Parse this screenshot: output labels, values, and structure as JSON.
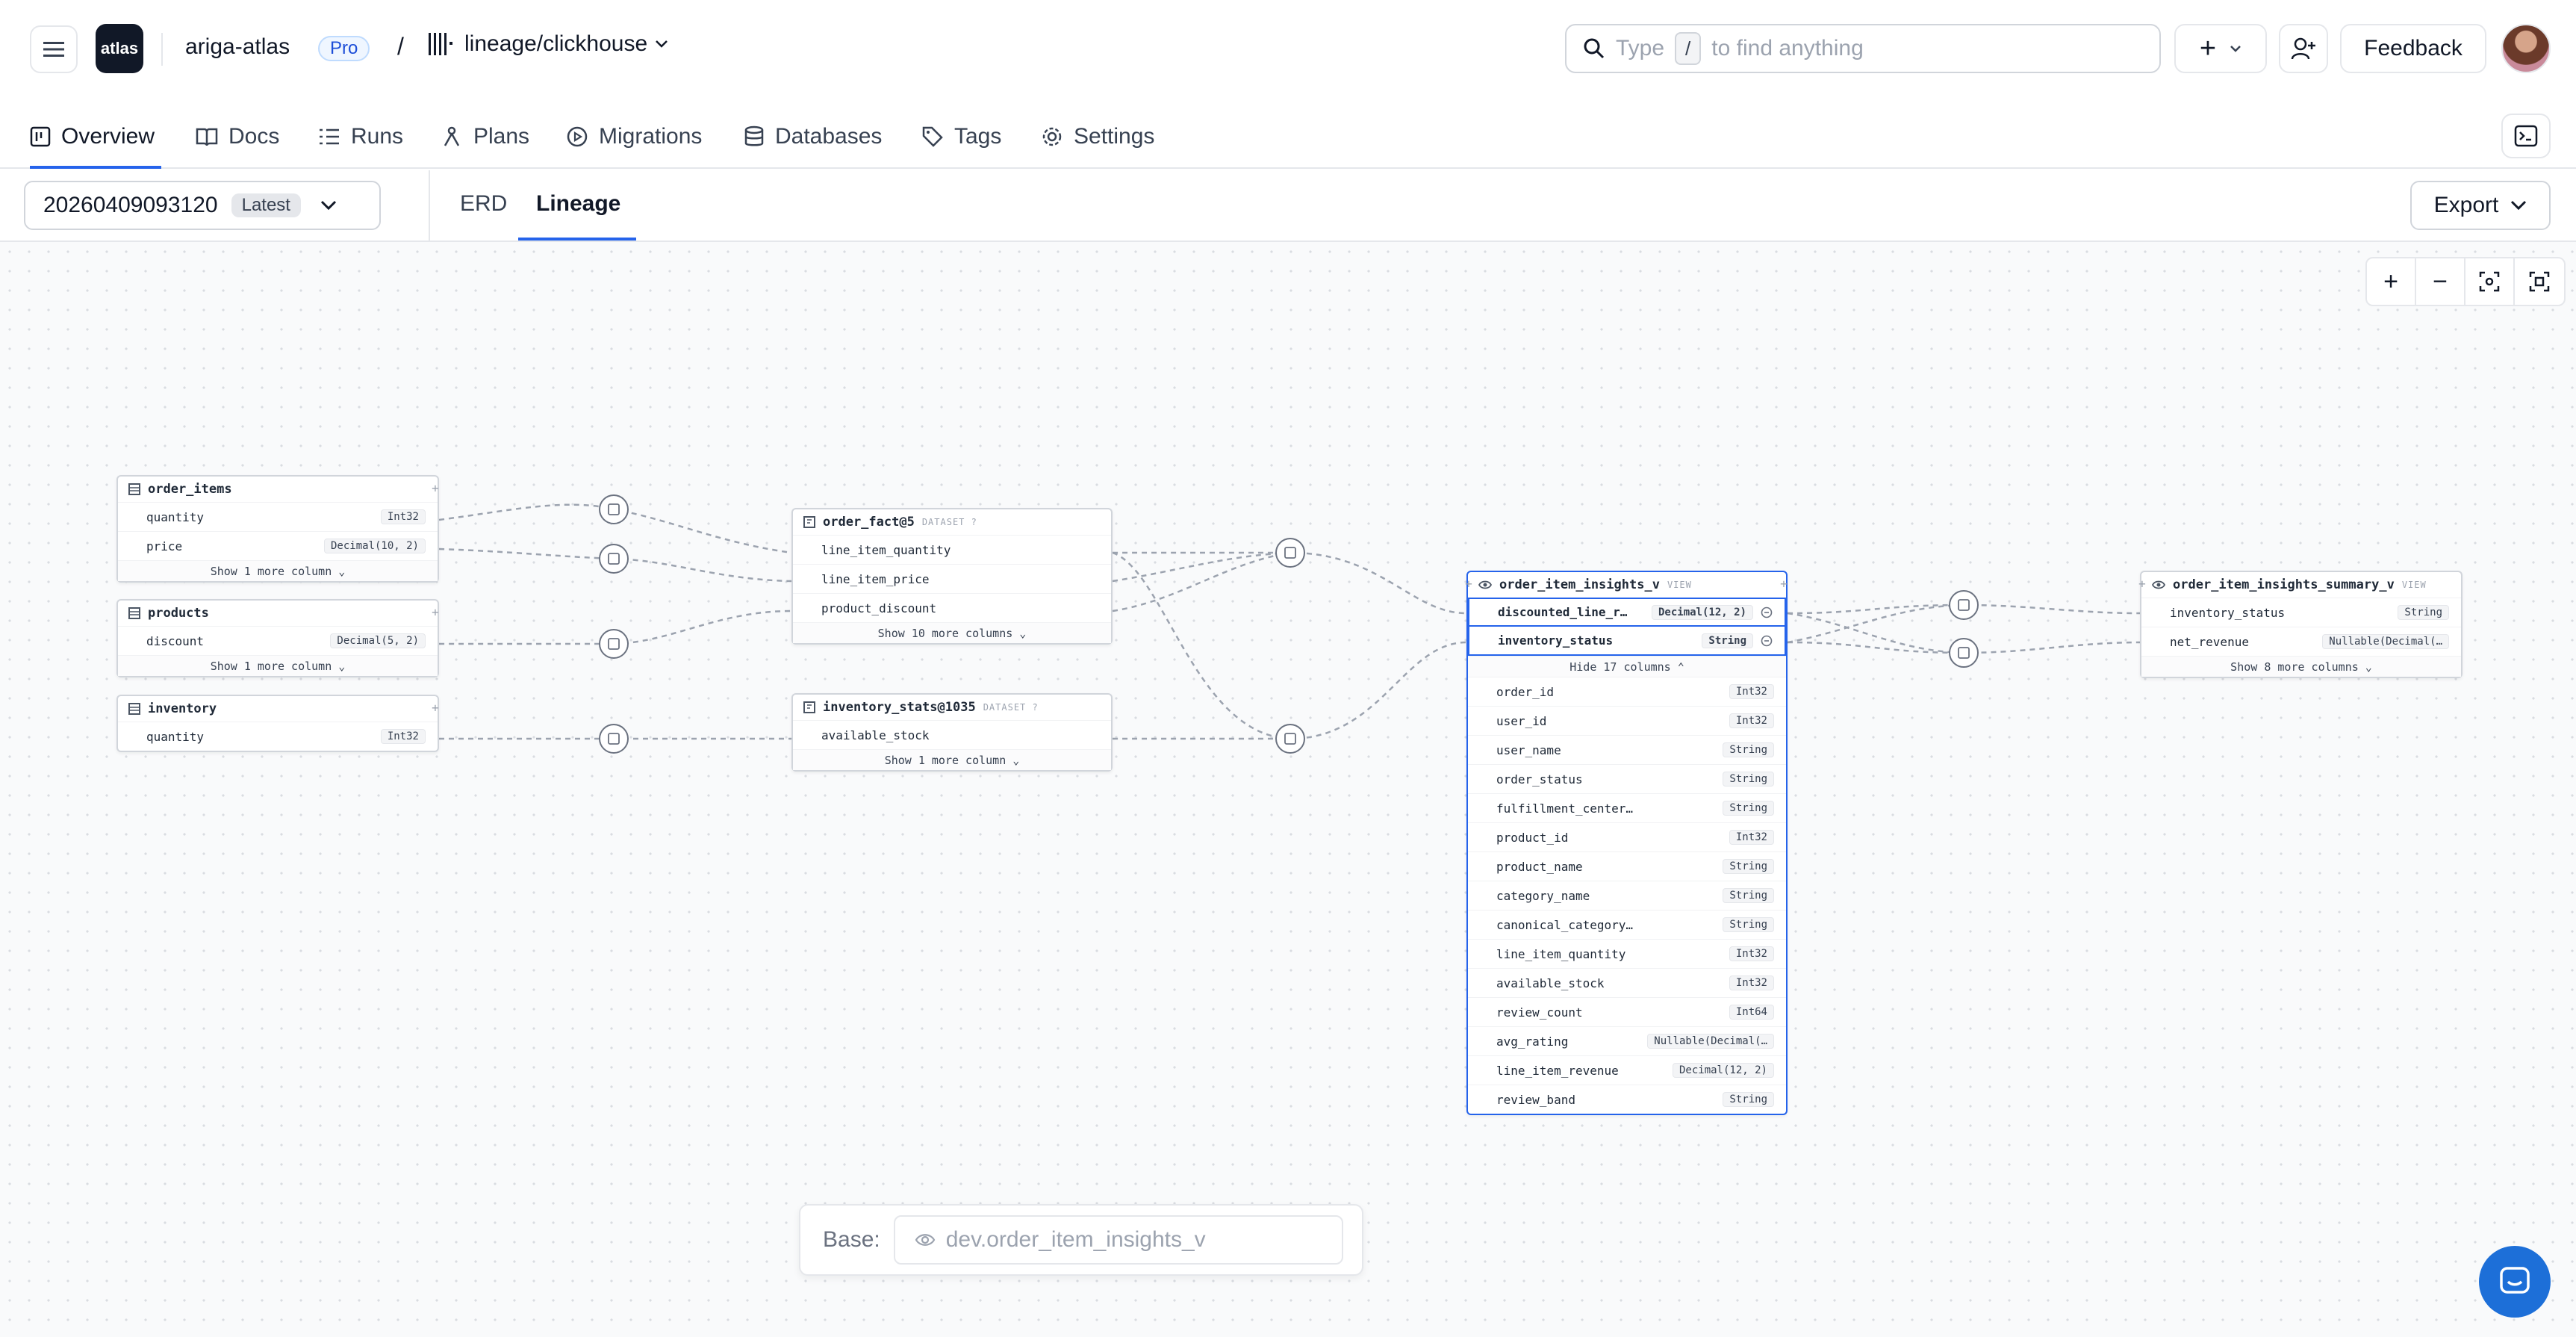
{
  "header": {
    "logo": "atlas",
    "org": "ariga-atlas",
    "plan_badge": "Pro",
    "separator": "/",
    "repo": "lineage/clickhouse",
    "search_placeholder_pre": "Type",
    "search_key": "/",
    "search_placeholder_post": "to find anything",
    "add_label": "+",
    "feedback_label": "Feedback"
  },
  "tabs": [
    {
      "label": "Overview",
      "icon": "overview-icon"
    },
    {
      "label": "Docs",
      "icon": "book-icon"
    },
    {
      "label": "Runs",
      "icon": "runs-icon"
    },
    {
      "label": "Plans",
      "icon": "plans-icon"
    },
    {
      "label": "Migrations",
      "icon": "play-icon"
    },
    {
      "label": "Databases",
      "icon": "database-icon"
    },
    {
      "label": "Tags",
      "icon": "tag-icon"
    },
    {
      "label": "Settings",
      "icon": "gear-icon"
    }
  ],
  "subbar": {
    "version": "20260409093120",
    "version_badge": "Latest",
    "view_tabs": [
      "ERD",
      "Lineage"
    ],
    "export_label": "Export"
  },
  "zoom": {
    "in": "+",
    "out": "−"
  },
  "nodes": {
    "order_items": {
      "name": "order_items",
      "columns": [
        {
          "name": "quantity",
          "type": "Int32"
        },
        {
          "name": "price",
          "type": "Decimal(10, 2)"
        }
      ],
      "more": "Show 1 more column"
    },
    "products": {
      "name": "products",
      "columns": [
        {
          "name": "discount",
          "type": "Decimal(5, 2)"
        }
      ],
      "more": "Show 1 more column"
    },
    "inventory": {
      "name": "inventory",
      "columns": [
        {
          "name": "quantity",
          "type": "Int32"
        }
      ]
    },
    "order_fact": {
      "name": "order_fact@5",
      "tag": "DATASET ?",
      "columns": [
        {
          "name": "line_item_quantity"
        },
        {
          "name": "line_item_price"
        },
        {
          "name": "product_discount"
        }
      ],
      "more": "Show 10 more columns"
    },
    "inventory_stats": {
      "name": "inventory_stats@1035",
      "tag": "DATASET ?",
      "columns": [
        {
          "name": "available_stock"
        }
      ],
      "more": "Show 1 more column"
    },
    "insights": {
      "name": "order_item_insights_v",
      "tag": "VIEW",
      "highlighted": [
        {
          "name": "discounted_line_r…",
          "type": "Decimal(12, 2)"
        },
        {
          "name": "inventory_status",
          "type": "String"
        }
      ],
      "toggle": "Hide 17 columns",
      "columns": [
        {
          "name": "order_id",
          "type": "Int32"
        },
        {
          "name": "user_id",
          "type": "Int32"
        },
        {
          "name": "user_name",
          "type": "String"
        },
        {
          "name": "order_status",
          "type": "String"
        },
        {
          "name": "fulfillment_center…",
          "type": "String"
        },
        {
          "name": "product_id",
          "type": "Int32"
        },
        {
          "name": "product_name",
          "type": "String"
        },
        {
          "name": "category_name",
          "type": "String"
        },
        {
          "name": "canonical_category…",
          "type": "String"
        },
        {
          "name": "line_item_quantity",
          "type": "Int32"
        },
        {
          "name": "available_stock",
          "type": "Int32"
        },
        {
          "name": "review_count",
          "type": "Int64"
        },
        {
          "name": "avg_rating",
          "type": "Nullable(Decimal(…"
        },
        {
          "name": "line_item_revenue",
          "type": "Decimal(12, 2)"
        },
        {
          "name": "review_band",
          "type": "String"
        }
      ]
    },
    "summary": {
      "name": "order_item_insights_summary_v",
      "tag": "VIEW",
      "columns": [
        {
          "name": "inventory_status",
          "type": "String"
        },
        {
          "name": "net_revenue",
          "type": "Nullable(Decimal(…"
        }
      ],
      "more": "Show 8 more columns"
    }
  },
  "base": {
    "label": "Base:",
    "value": "dev.order_item_insights_v"
  }
}
